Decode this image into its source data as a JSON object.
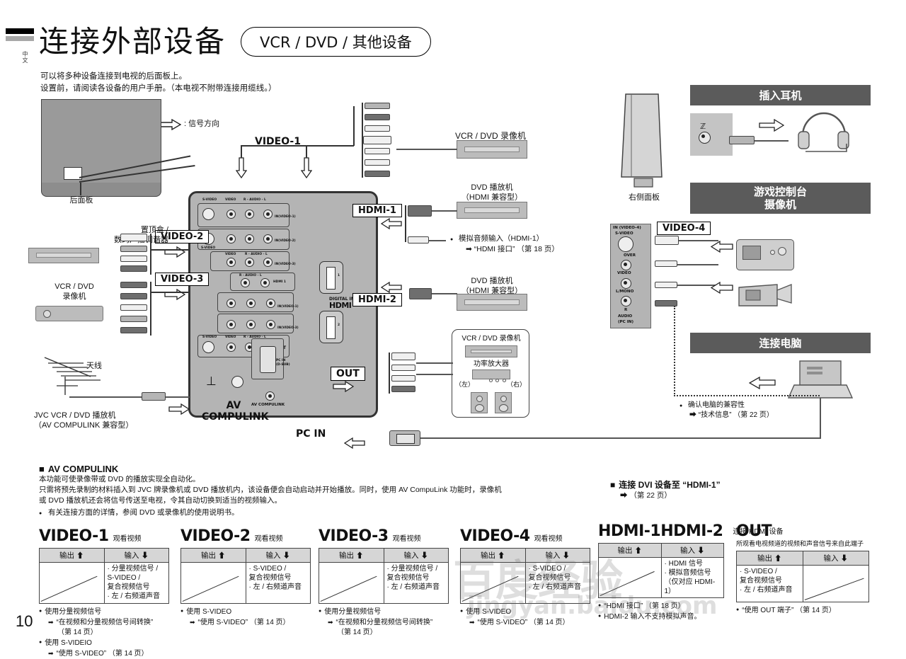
{
  "header": {
    "title": "连接外部设备",
    "pill": "VCR / DVD / 其他设备",
    "side_tag": "中文",
    "intro_line1": "可以将多种设备连接到电视的后面板上。",
    "intro_line2": "设置前，请阅读各设备的用户手册。（本电视不附带连接用缆线。）"
  },
  "legend": {
    "signal_direction": ": 信号方向"
  },
  "diagram": {
    "rear_panel_label": "后面板",
    "right_panel_label": "右侧面板",
    "antenna_label": "天线",
    "settop_label_l1": "置顶盒 /",
    "settop_label_l2": "数码广播调谐器",
    "vcr_dvd_left_l1": "VCR / DVD",
    "vcr_dvd_left_l2": "录像机",
    "jvc_player_l1": "JVC VCR / DVD 播放机",
    "jvc_player_l2": "（AV COMPULINK 兼容型）",
    "vcr_dvd_top": "VCR / DVD 录像机",
    "dvd_player_l1": "DVD 播放机",
    "dvd_player_l2": "（HDMI 兼容型）",
    "analog_audio_note_l1": "模拟音频输入（HDMI-1）",
    "analog_audio_note_l2": "“HDMI 接口” （第 18 页）",
    "amp_box_title": "VCR / DVD 录像机",
    "amp_label": "功率放大器",
    "amp_left": "（左）",
    "amp_right": "（右）",
    "labels": {
      "video1": "VIDEO-1",
      "video2": "VIDEO-2",
      "video3": "VIDEO-3",
      "video4": "VIDEO-4",
      "hdmi1": "HDMI-1",
      "hdmi2": "HDMI-2",
      "out": "OUT",
      "av_compulink_l1": "AV",
      "av_compulink_l2": "COMPULINK",
      "pc_in": "PC IN"
    },
    "panel_silk": {
      "s_video": "S-VIDEO",
      "video": "VIDEO",
      "r_audio_l": "R - AUDIO - L",
      "in_video1": "IN(VIDEO-1)",
      "in_video2": "IN(VIDEO-2)",
      "in_video3": "IN(VIDEO-3)",
      "hdmi1_analog": "HDMI  1",
      "out": "OUT",
      "over": "OVER",
      "digital_in": "DIGITAL IN",
      "hdmi_logo": "HDMI",
      "hdmi_num1": "1",
      "hdmi_num2": "2",
      "pc_in_dsub_l1": "PC IN",
      "pc_in_dsub_l2": "(D-SUB)",
      "av_compulink": "AV COMPULINK"
    },
    "side_silk": {
      "in_video4": "IN (VIDEO-4)",
      "s_video": "S-VIDEO",
      "over": "OVER",
      "video": "VIDEO",
      "l_mono": "L/MONO",
      "r": "R",
      "audio": "AUDIO",
      "pc_in": "(PC IN)"
    }
  },
  "right_sections": {
    "headphone_header": "插入耳机",
    "game_header_l1": "游戏控制台",
    "game_header_l2": "摄像机",
    "pc_header": "连接电脑",
    "pc_note_l1": "确认电脑的兼容性",
    "pc_note_l2": "“技术信息” （第 22 页）"
  },
  "compulink": {
    "heading": "AV COMPULINK",
    "p1": "本功能可使录像带或 DVD 的播放实现全自动化。",
    "p2": "只需将预先录制的材料插入到 JVC 牌录像机或 DVD 播放机内，该设备便会自动启动并开始播放。同时，使用 AV CompuLink 功能时，录像机",
    "p3": "或 DVD 播放机还会将信号传送至电视，令其自动切换到适当的视频输入。",
    "bullet": "有关连接方面的详情，参阅 DVD 或录像机的使用说明书。"
  },
  "dvi_section": {
    "heading": "连接 DVI 设备至 “HDMI-1”",
    "note": "（第 22 页）"
  },
  "tables": {
    "col_out": "输出",
    "col_in": "输入",
    "items": [
      {
        "title": "VIDEO-1",
        "subtitle": "观看视频",
        "in_lines": [
          "· 分量视频信号 /",
          "S-VIDEO /",
          "复合视频信号",
          "· 左 / 右频道声音"
        ],
        "notes": [
          {
            "bullet": "使用分量视频信号",
            "arrow": "“在视频和分量视频信号间转换”",
            "extra": "（第 14 页）"
          },
          {
            "bullet": "使用 S-VIDEIO",
            "arrow": "“使用 S-VIDEO” （第 14 页）"
          }
        ]
      },
      {
        "title": "VIDEO-2",
        "subtitle": "观看视频",
        "in_lines": [
          "· S-VIDEO /",
          "复合视频信号",
          "· 左 / 右频道声音"
        ],
        "notes": [
          {
            "bullet": "使用 S-VIDEO",
            "arrow": "“使用 S-VIDEO” （第 14 页）"
          }
        ]
      },
      {
        "title": "VIDEO-3",
        "subtitle": "观看视频",
        "in_lines": [
          "· 分量视频信号 /",
          "复合视频信号",
          "· 左 / 右频道声音"
        ],
        "notes": [
          {
            "bullet": "使用分量视频信号",
            "arrow": "“在视频和分量视频信号间转换”",
            "extra": "（第 14 页）"
          }
        ]
      },
      {
        "title": "VIDEO-4",
        "subtitle": "观看视频",
        "in_lines": [
          "· S-VIDEO /",
          "复合视频信号",
          "· 左 / 右频道声音"
        ],
        "notes": [
          {
            "bullet": "使用 S-VIDEO",
            "arrow": "“使用 S-VIDEO” （第 14 页）"
          }
        ]
      }
    ],
    "hdmi": {
      "title_l1": "HDMI-1",
      "title_l2": "HDMI-2",
      "subtitle": "连接 HDMI 设备",
      "in_lines": [
        "· HDMI 信号",
        "· 模拟音频信号",
        "（仅对应 HDMI-1）"
      ],
      "notes": [
        {
          "bullet": "“HDMI 接口”  （第 18 页）"
        },
        {
          "bullet": "HDMI-2 输入不支持模拟声音。"
        }
      ]
    },
    "out": {
      "title": "OUT",
      "subtitle": "所观看电视频道的视频和声音信号来自此端子",
      "out_lines": [
        "· S-VIDEO /",
        "复合视频信号",
        "· 左 / 右频道声音"
      ],
      "notes": [
        {
          "bullet": "“使用 OUT 端子”  （第 14 页）"
        }
      ]
    }
  },
  "page_number": "10",
  "watermark": {
    "line1": "百度经验",
    "line2": "jingyan.baidu.com"
  }
}
